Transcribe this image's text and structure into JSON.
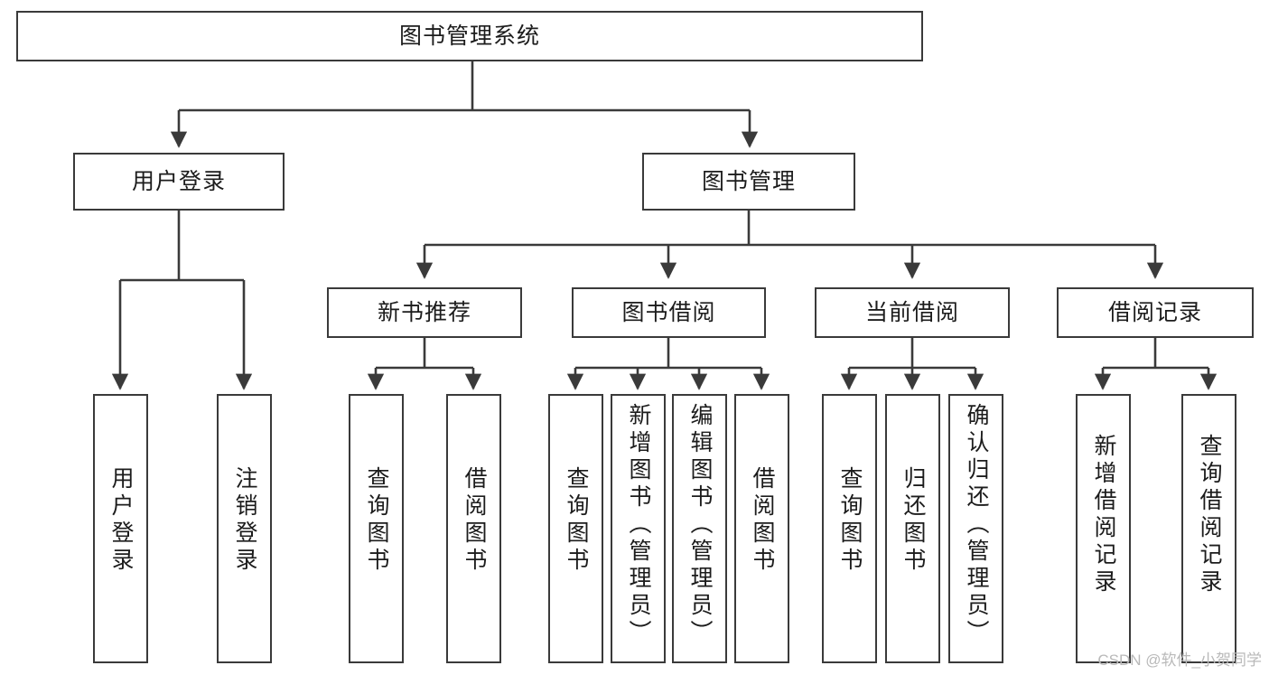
{
  "diagram": {
    "title": "图书管理系统",
    "type": "tree-hierarchy-diagram",
    "watermark": "CSDN @软件_小贺同学",
    "colors": {
      "box_border": "#3a3a3a",
      "box_fill": "#ffffff",
      "connector": "#3a3a3a",
      "text": "#1c1c1c",
      "watermark": "#b9b9b9"
    },
    "nodes": {
      "root": {
        "label": "图书管理系统"
      },
      "level2": [
        {
          "id": "user-login",
          "label": "用户登录"
        },
        {
          "id": "book-manage",
          "label": "图书管理"
        }
      ],
      "level3": [
        {
          "id": "new-book-recommend",
          "label": "新书推荐"
        },
        {
          "id": "book-borrow",
          "label": "图书借阅"
        },
        {
          "id": "current-borrow",
          "label": "当前借阅"
        },
        {
          "id": "borrow-record",
          "label": "借阅记录"
        }
      ],
      "leaves": {
        "user-login": [
          {
            "id": "leaf-user-login",
            "label": "用户登录"
          },
          {
            "id": "leaf-logout",
            "label": "注销登录"
          }
        ],
        "new-book-recommend": [
          {
            "id": "leaf-query-book-1",
            "label": "查询图书"
          },
          {
            "id": "leaf-borrow-book-1",
            "label": "借阅图书"
          }
        ],
        "book-borrow": [
          {
            "id": "leaf-query-book-2",
            "label": "查询图书"
          },
          {
            "id": "leaf-add-book",
            "label": "新增图书（管理员）"
          },
          {
            "id": "leaf-edit-book",
            "label": "编辑图书（管理员）"
          },
          {
            "id": "leaf-borrow-book-2",
            "label": "借阅图书"
          }
        ],
        "current-borrow": [
          {
            "id": "leaf-query-book-3",
            "label": "查询图书"
          },
          {
            "id": "leaf-return-book",
            "label": "归还图书"
          },
          {
            "id": "leaf-confirm-return",
            "label": "确认归还（管理员）"
          }
        ],
        "borrow-record": [
          {
            "id": "leaf-add-record",
            "label": "新增借阅记录"
          },
          {
            "id": "leaf-query-record",
            "label": "查询借阅记录"
          }
        ]
      }
    }
  }
}
